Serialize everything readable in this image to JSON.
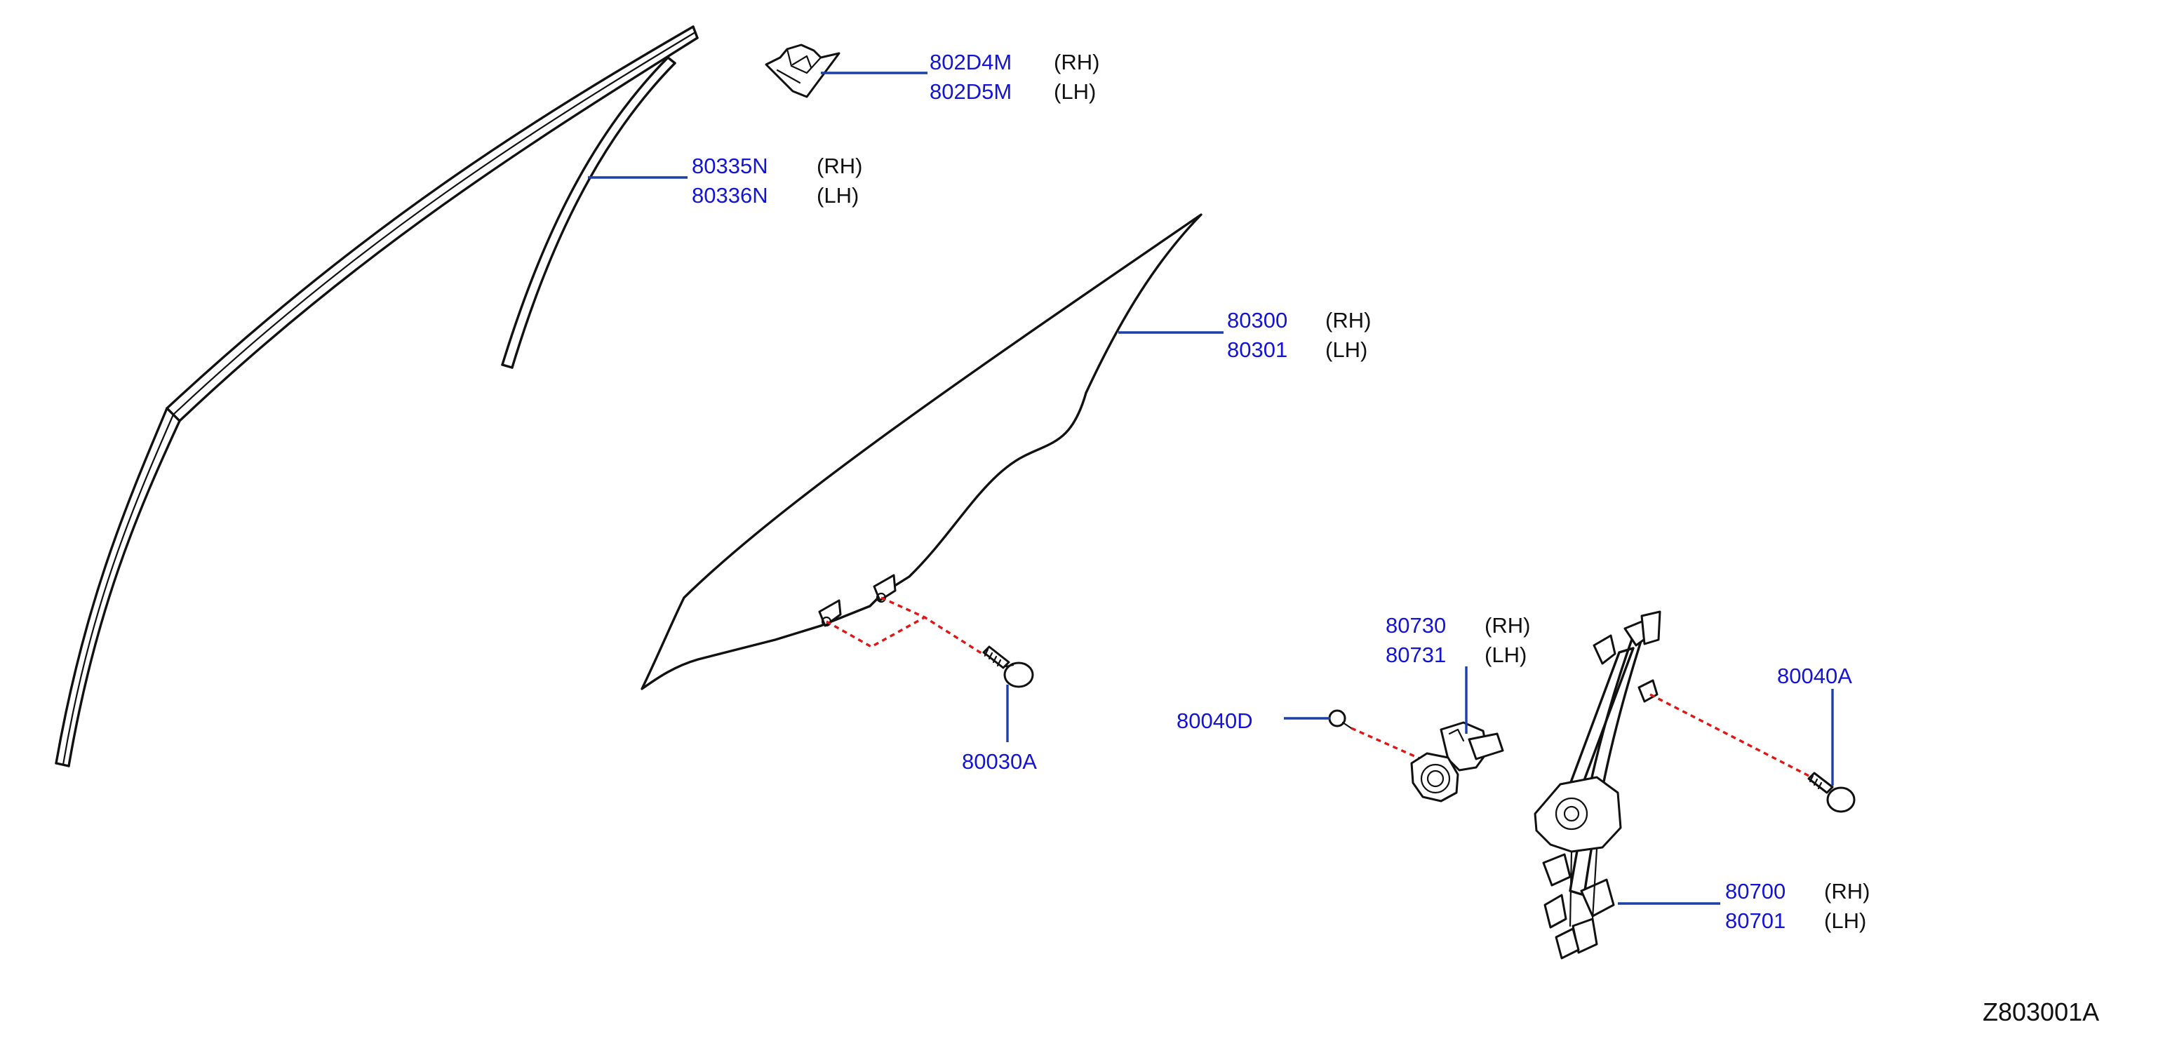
{
  "diagram": {
    "code": "Z803001A",
    "callouts": {
      "bracket": {
        "parts": [
          "802D4M",
          "802D5M"
        ],
        "sides": [
          "(RH)",
          "(LH)"
        ]
      },
      "sash": {
        "parts": [
          "80335N",
          "80336N"
        ],
        "sides": [
          "(RH)",
          "(LH)"
        ]
      },
      "glass": {
        "parts": [
          "80300",
          "80301"
        ],
        "sides": [
          "(RH)",
          "(LH)"
        ]
      },
      "glass_bolt": {
        "parts": [
          "80030A"
        ]
      },
      "motor": {
        "parts": [
          "80730",
          "80731"
        ],
        "sides": [
          "(RH)",
          "(LH)"
        ]
      },
      "motor_screw": {
        "parts": [
          "80040D"
        ]
      },
      "regulator_bolt": {
        "parts": [
          "80040A"
        ]
      },
      "regulator": {
        "parts": [
          "80700",
          "80701"
        ],
        "sides": [
          "(RH)",
          "(LH)"
        ]
      }
    },
    "colors": {
      "part_number": "#1414d6",
      "leader_line": "#1c3fa8",
      "dashed_line": "#e01515",
      "drawing": "#111111"
    }
  }
}
